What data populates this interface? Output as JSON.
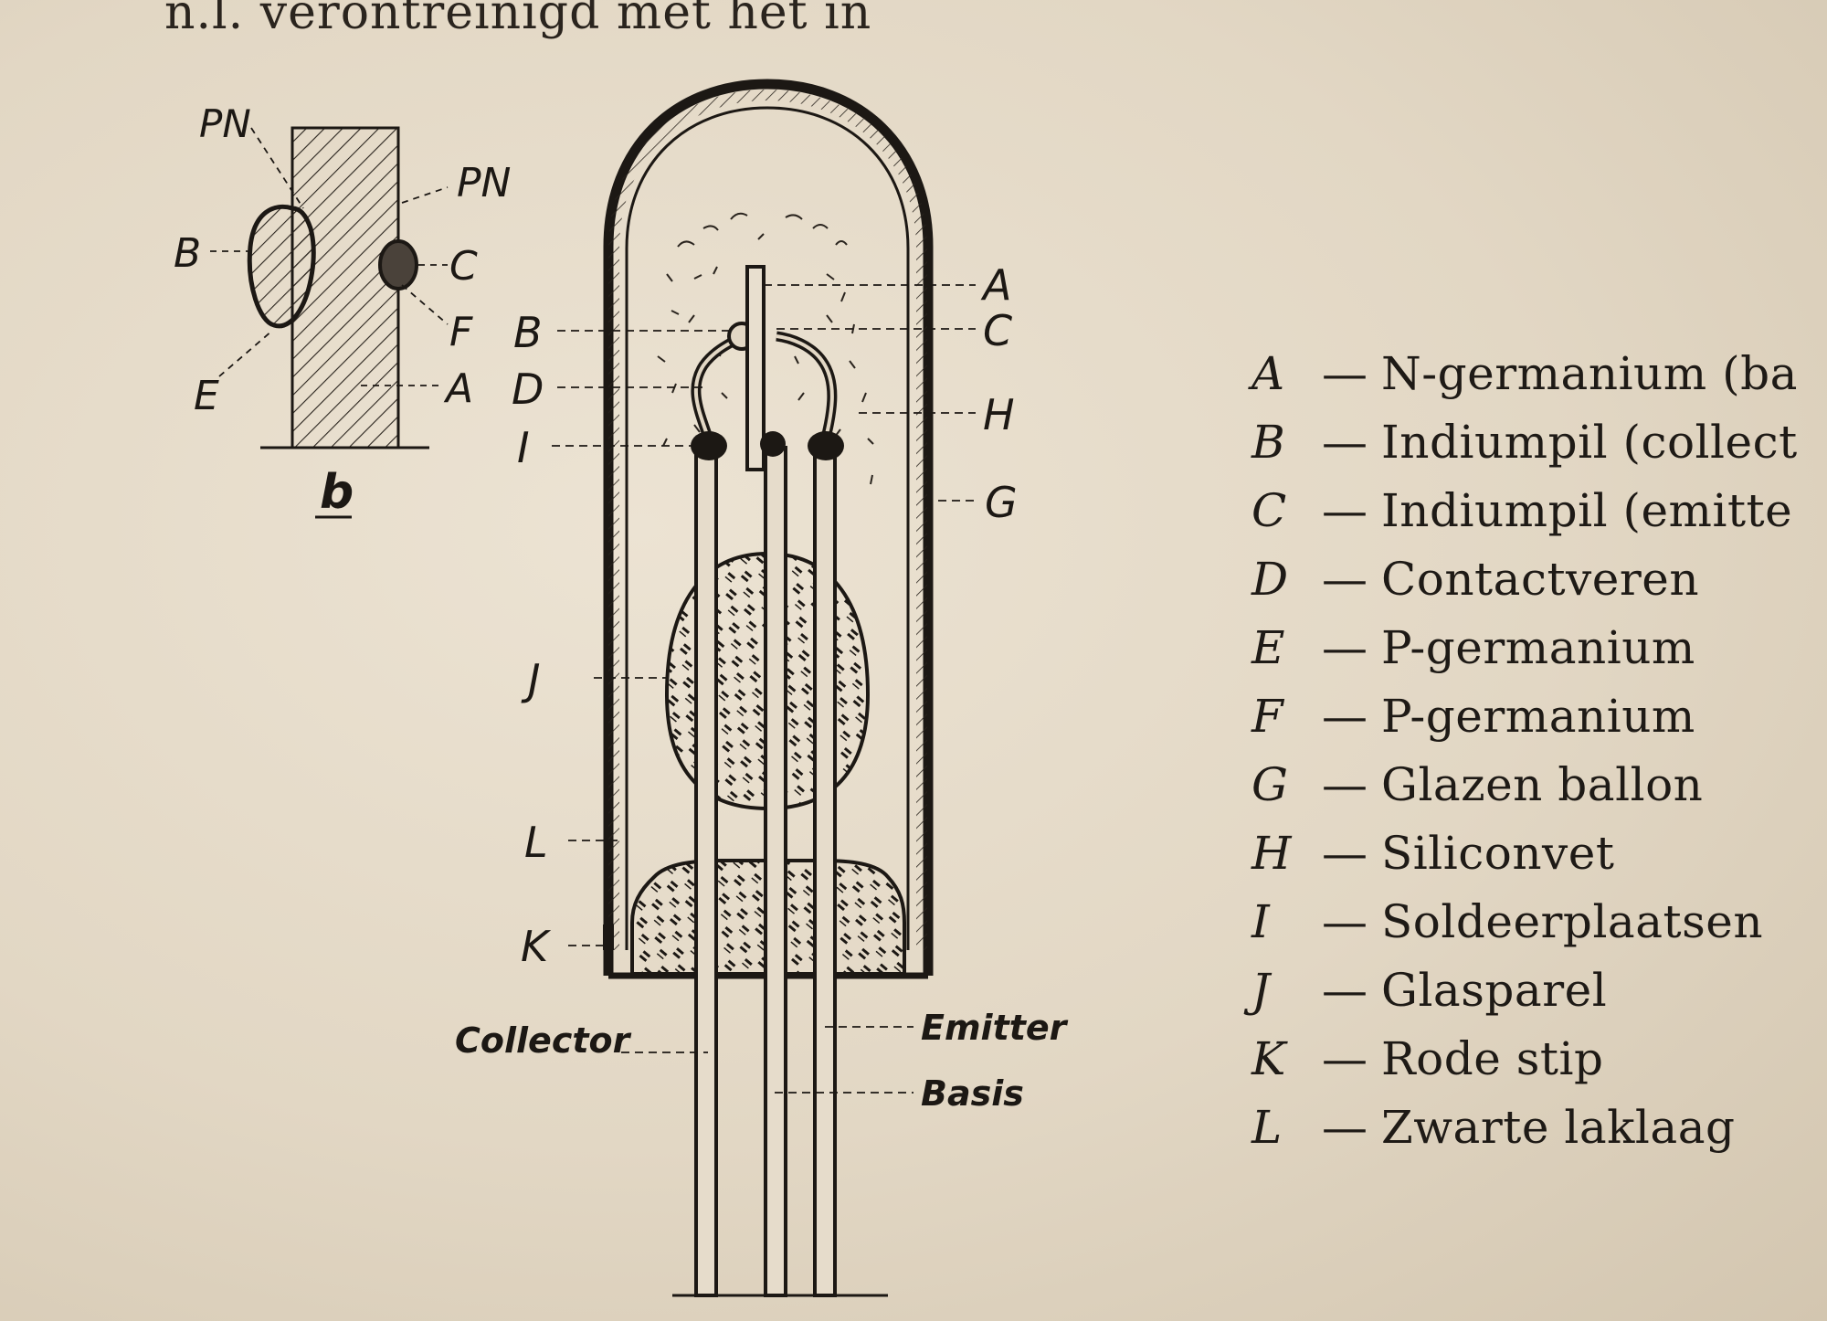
{
  "page_header_text": "n.l. verontreinigd met het in",
  "inset": {
    "caption": "b",
    "labels": {
      "pn_top": "PN",
      "pn_right": "PN",
      "b": "B",
      "c": "C",
      "f": "F",
      "e": "E",
      "a": "A"
    }
  },
  "main_diagram": {
    "left_labels": {
      "b": "B",
      "d": "D",
      "i": "I",
      "j": "J",
      "l": "L",
      "k": "K"
    },
    "right_labels": {
      "a": "A",
      "c": "C",
      "h": "H",
      "g": "G"
    },
    "lead_labels": {
      "collector": "Collector",
      "emitter": "Emitter",
      "basis": "Basis"
    }
  },
  "legend": [
    {
      "letter": "A",
      "dash": "—",
      "text": "N-germanium (ba"
    },
    {
      "letter": "B",
      "dash": "—",
      "text": "Indiumpil (collect"
    },
    {
      "letter": "C",
      "dash": "—",
      "text": "Indiumpil (emitte"
    },
    {
      "letter": "D",
      "dash": "—",
      "text": "Contactveren"
    },
    {
      "letter": "E",
      "dash": "—",
      "text": "P-germanium"
    },
    {
      "letter": "F",
      "dash": "—",
      "text": "P-germanium"
    },
    {
      "letter": "G",
      "dash": "—",
      "text": "Glazen ballon"
    },
    {
      "letter": "H",
      "dash": "—",
      "text": "Siliconvet"
    },
    {
      "letter": "I",
      "dash": "—",
      "text": "Soldeerplaatsen"
    },
    {
      "letter": "J",
      "dash": "—",
      "text": "Glasparel"
    },
    {
      "letter": "K",
      "dash": "—",
      "text": "Rode stip"
    },
    {
      "letter": "L",
      "dash": "—",
      "text": "Zwarte laklaag"
    }
  ],
  "colors": {
    "ink": "#1c1814",
    "paper": "#e6dccb"
  }
}
